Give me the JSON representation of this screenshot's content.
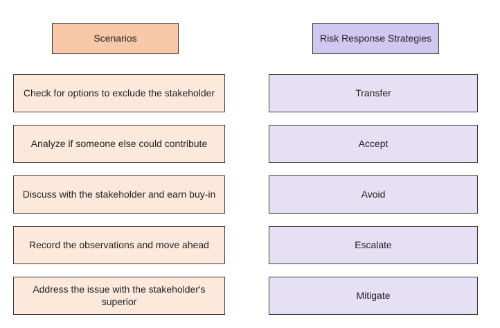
{
  "headers": {
    "scenarios": "Scenarios",
    "strategies": "Risk Response Strategies"
  },
  "scenarios": [
    "Check for options to exclude the stakeholder",
    "Analyze if someone else could contribute",
    "Discuss with the stakeholder and earn buy-in",
    "Record the observations and move ahead",
    "Address the issue with the stakeholder's superior"
  ],
  "strategies": [
    "Transfer",
    "Accept",
    "Avoid",
    "Escalate",
    "Mitigate"
  ],
  "colors": {
    "scenario_header": "#f8c8a8",
    "strategy_header": "#d0c8f0",
    "scenario_box": "#fde8dc",
    "strategy_box": "#e6e0f4"
  }
}
